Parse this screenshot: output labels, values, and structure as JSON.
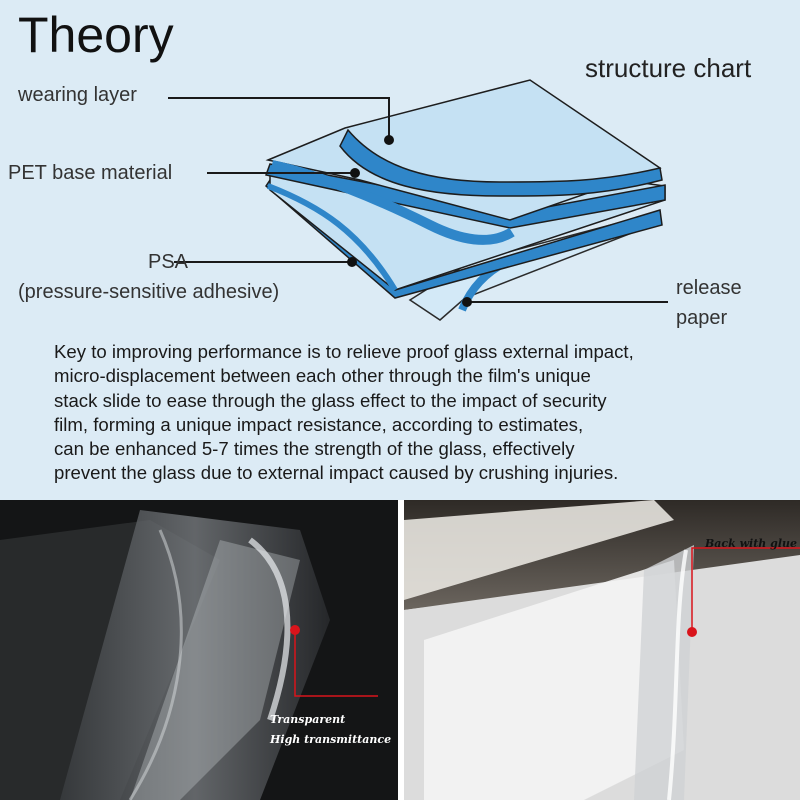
{
  "title": "Theory",
  "subtitle": "structure chart",
  "layers": {
    "wearing": "wearing layer",
    "pet": "PET base material",
    "psa_short": "PSA",
    "psa_long": "(pressure-sensitive adhesive)",
    "release_1": "release",
    "release_2": "paper"
  },
  "description_lines": [
    "Key to improving performance is to relieve proof glass external impact,",
    "micro-displacement between each other through the film's unique",
    "stack slide to ease through the glass effect to the impact of security",
    "film, forming a unique impact resistance, according to estimates,",
    "can be enhanced 5-7 times the strength of the glass, effectively",
    "prevent the glass due to external impact caused by crushing injuries."
  ],
  "photo_left": {
    "caption_1": "Transparent",
    "caption_2": "High transmittance"
  },
  "photo_right": {
    "caption": "Back with glue"
  },
  "colors": {
    "top_background": "#dcebf5",
    "layer_face": "#c5e1f3",
    "layer_edge": "#2f86c9",
    "marker": "#d9141b"
  }
}
